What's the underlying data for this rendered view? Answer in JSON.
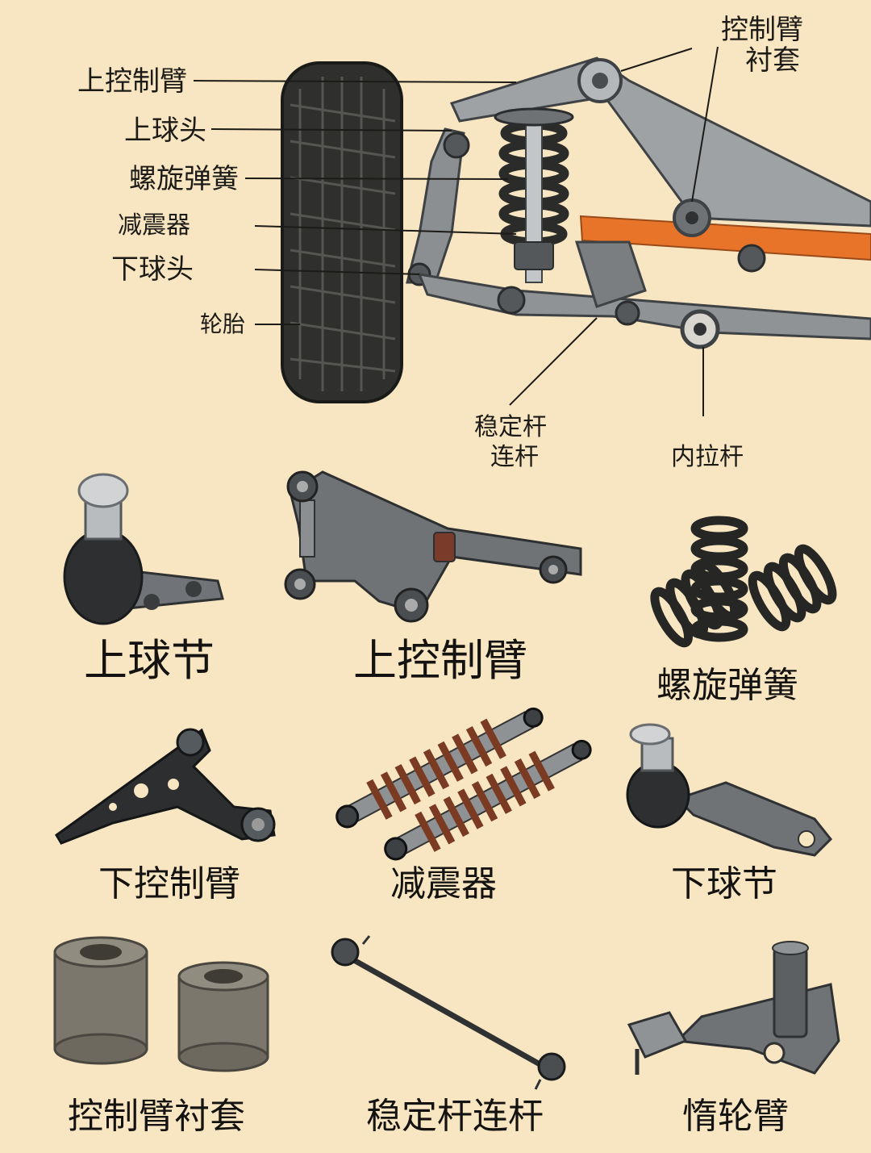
{
  "diagram_labels": {
    "upper_control_arm": "上控制臂",
    "upper_ball_joint": "上球头",
    "coil_spring": "螺旋弹簧",
    "shock_absorber": "减震器",
    "lower_ball_joint": "下球头",
    "tire": "轮胎",
    "control_arm_bushing_line1": "控制臂",
    "control_arm_bushing_line2": "衬套",
    "sway_bar_link_line1": "稳定杆",
    "sway_bar_link_line2": "连杆",
    "inner_tie_rod": "内拉杆"
  },
  "parts": [
    {
      "id": "upper-ball-joint",
      "label": "上球节",
      "icon": "ball-joint-icon"
    },
    {
      "id": "upper-control-arm",
      "label": "上控制臂",
      "icon": "control-arm-icon"
    },
    {
      "id": "coil-spring",
      "label": "螺旋弹簧",
      "icon": "coil-spring-icon"
    },
    {
      "id": "lower-control-arm",
      "label": "下控制臂",
      "icon": "lower-arm-icon"
    },
    {
      "id": "shock-absorber",
      "label": "减震器",
      "icon": "shock-absorber-icon"
    },
    {
      "id": "lower-ball-joint",
      "label": "下球节",
      "icon": "ball-joint-icon"
    },
    {
      "id": "control-arm-bushing",
      "label": "控制臂衬套",
      "icon": "bushing-icon"
    },
    {
      "id": "sway-bar-link",
      "label": "稳定杆连杆",
      "icon": "stabilizer-link-icon"
    },
    {
      "id": "idler-arm",
      "label": "惰轮臂",
      "icon": "idler-arm-icon"
    }
  ],
  "colors": {
    "background": "#f7e6c1",
    "metal": "#8b8f92",
    "dark_metal": "#55585b",
    "tire": "#2f302e",
    "accent_orange": "#e8742a",
    "spring_dark": "#2b2b2a",
    "shock_copper": "#7a3b22"
  }
}
